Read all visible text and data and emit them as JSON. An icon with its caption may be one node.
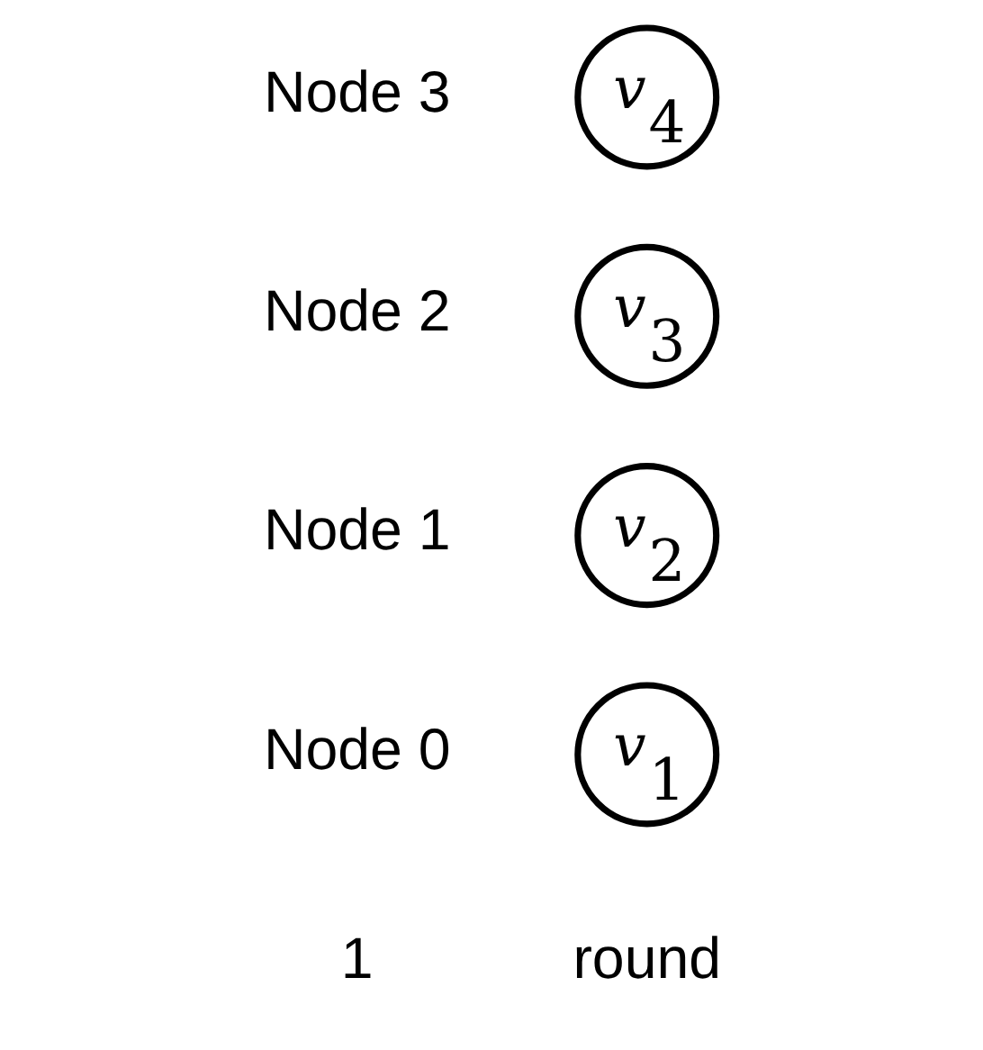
{
  "diagram": {
    "nodes": [
      {
        "text": [
          "v$_{1}$"
        ],
        "beside": [
          "Node 0"
        ]
      },
      {
        "text": [
          "v$_{2}$"
        ],
        "beside": [
          "Node 1"
        ]
      },
      {
        "text": [
          "v$_{3}$"
        ],
        "beside": [
          "Node 2"
        ]
      },
      {
        "text": [
          "v$_{4}$"
        ],
        "beside": [
          "Node 3"
        ]
      }
    ],
    "labels": [
      "round",
      "1"
    ]
  }
}
